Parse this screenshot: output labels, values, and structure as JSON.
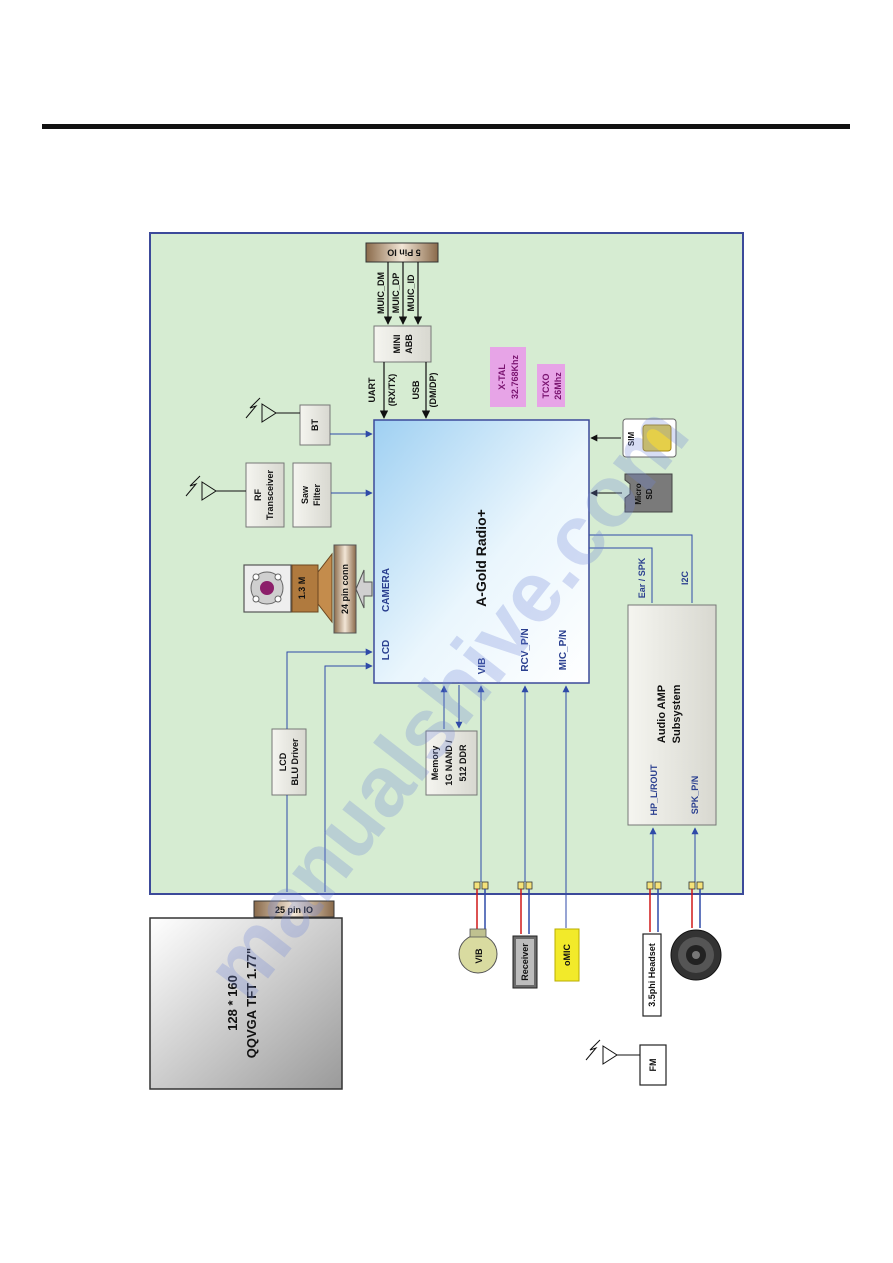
{
  "watermark": "manualshive.com",
  "blocks": {
    "bb_chip": "A-Gold Radio+",
    "mini_abb": [
      "MINI",
      "ABB"
    ],
    "five_pin_io": "5 Pin IO",
    "muic_signals": [
      "MUIC_DM",
      "MUIC_DP",
      "MUIC_ID"
    ],
    "uart": [
      "UART",
      "(RX/TX)"
    ],
    "usb": [
      "USB",
      "(DM/DP)"
    ],
    "xtal": [
      "X-TAL",
      "32.768Khz"
    ],
    "tcxo": [
      "TCXO",
      "26Mhz"
    ],
    "bt": "BT",
    "rf_transceiver": [
      "RF",
      "Transceiver"
    ],
    "saw_filter": [
      "Saw",
      "Filter"
    ],
    "camera_module": "1.3 M",
    "camera_conn": "24 pin conn",
    "sim": "SIM",
    "micro_sd": [
      "Micro",
      "SD"
    ],
    "audio_amp": [
      "Audio AMP",
      "Subsystem"
    ],
    "lcd_blu_driver": [
      "LCD",
      "BLU Driver"
    ],
    "memory": [
      "Memory",
      "1G NAND /",
      "512 DDR"
    ],
    "io_25pin": "25 pin IO",
    "display": [
      "128 * 160",
      "QQVGA TFT 1.77\""
    ],
    "vib_motor": "VIB",
    "receiver": "Receiver",
    "mic": "oMIC",
    "headset": "3.5phi Headset",
    "fm": "FM"
  },
  "signals": {
    "lcd": "LCD",
    "camera": "CAMERA",
    "vib": "VIB",
    "rcv": "RCV_P/N",
    "mic": "MIC_P/N",
    "ear_spk": "Ear / SPK",
    "i2c": "I2C",
    "hp_out": "HP_L/ROUT",
    "spk_pn": "SPK_P/N"
  },
  "colors": {
    "panel_bg": "#d6ecd2",
    "panel_border": "#3c4a9a",
    "line": "#2f4aa8",
    "accent_pink": "#e7a4e7",
    "wire_red": "#d01818"
  }
}
